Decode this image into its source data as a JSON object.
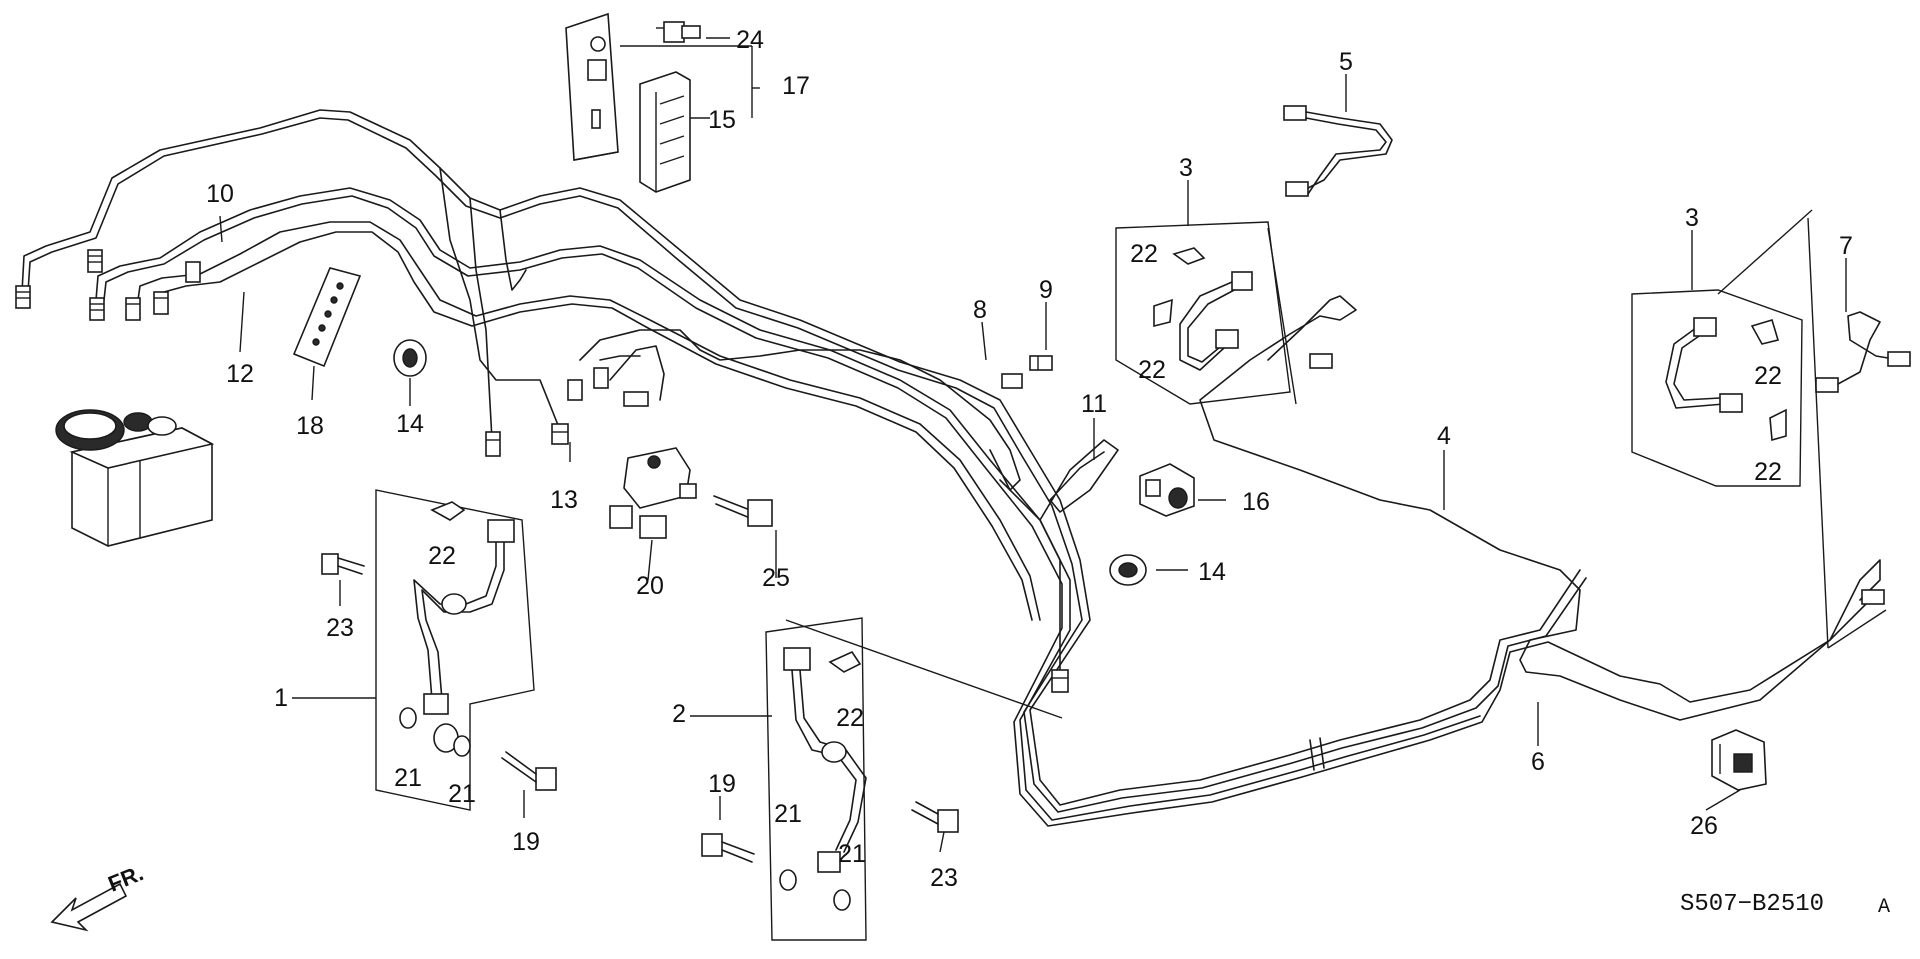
{
  "callouts": {
    "c1": "1",
    "c2": "2",
    "c3a": "3",
    "c3b": "3",
    "c4": "4",
    "c5": "5",
    "c6": "6",
    "c7": "7",
    "c8": "8",
    "c9": "9",
    "c10": "10",
    "c11": "11",
    "c12": "12",
    "c13": "13",
    "c14a": "14",
    "c14b": "14",
    "c15": "15",
    "c16": "16",
    "c17": "17",
    "c18": "18",
    "c19a": "19",
    "c19b": "19",
    "c20": "20",
    "c21a": "21",
    "c21b": "21",
    "c21c": "21",
    "c21d": "21",
    "c22a": "22",
    "c22b": "22",
    "c22c": "22",
    "c22d": "22",
    "c22e": "22",
    "c22f": "22",
    "c23a": "23",
    "c23b": "23",
    "c24": "24",
    "c25": "25",
    "c26": "26"
  },
  "diagram_code": "S507−B2510",
  "diagram_code_suffix": "A",
  "front_indicator": "FR.",
  "icons": {
    "front_arrow": "arrow-down-left-icon",
    "modulator": "abs-modulator-unit",
    "bracket": "mounting-bracket"
  }
}
